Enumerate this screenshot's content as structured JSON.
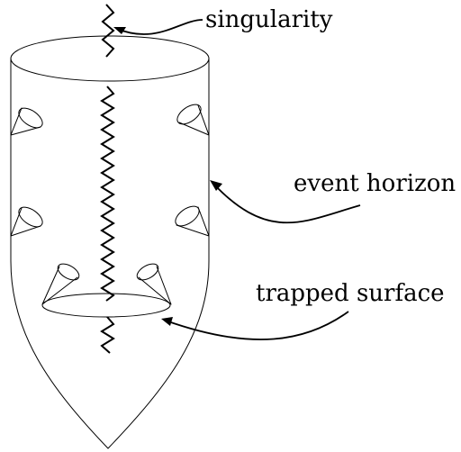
{
  "labels": {
    "singularity": "singularity",
    "event_horizon": "event horizon",
    "trapped_surface": "trapped surface"
  }
}
